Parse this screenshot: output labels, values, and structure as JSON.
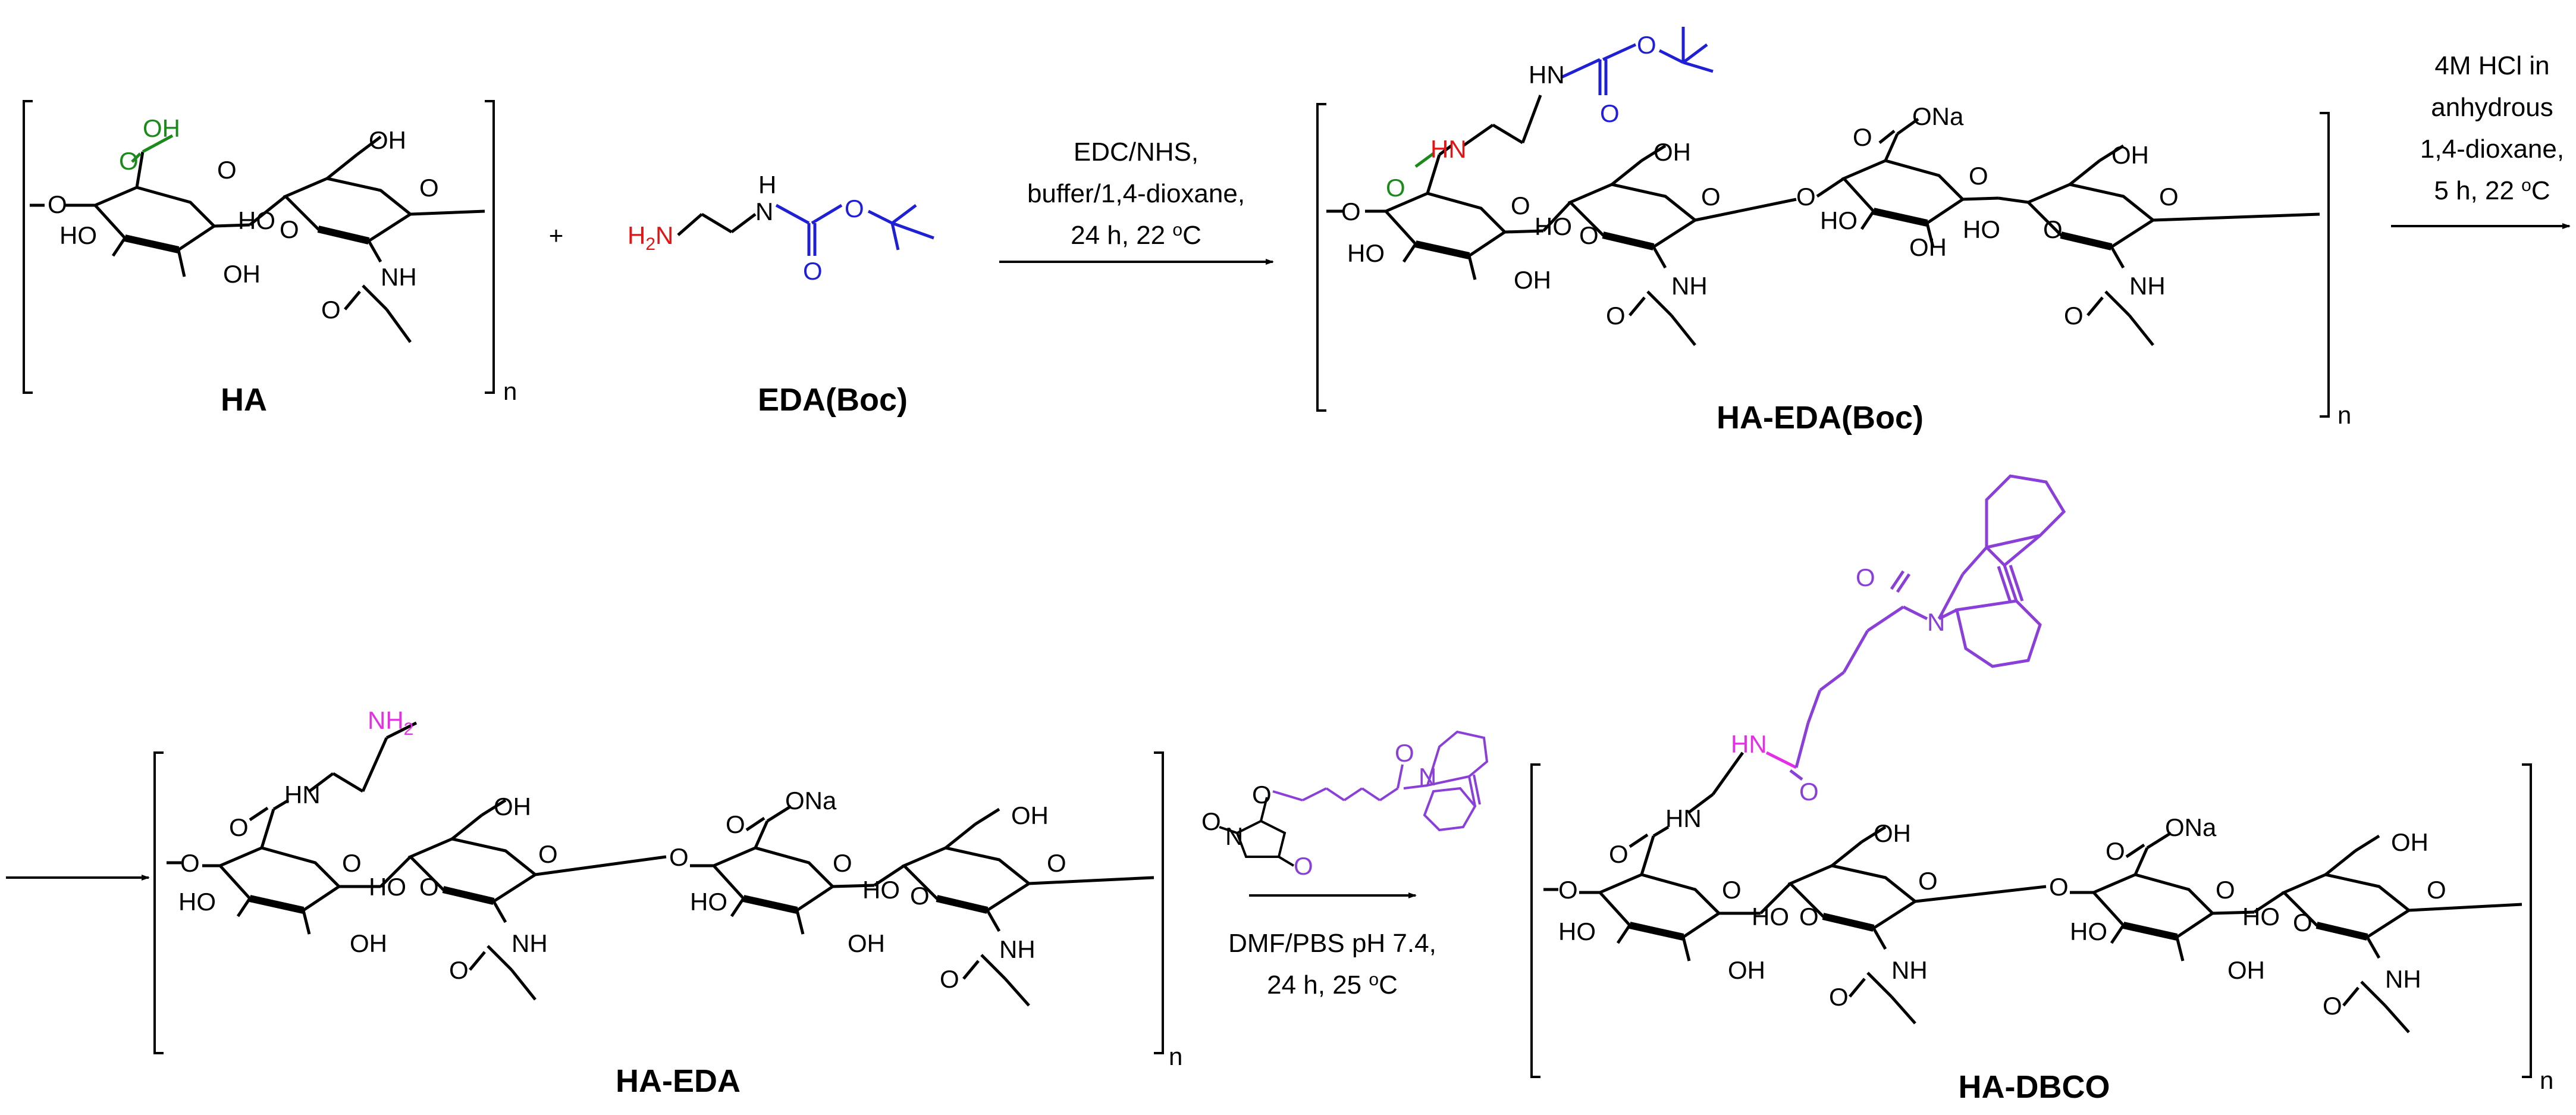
{
  "colors": {
    "black": "#000000",
    "green": "#1a8a1a",
    "blue": "#1f1fd6",
    "red": "#e01515",
    "magenta": "#e62ee6",
    "purple": "#8a3fd9"
  },
  "compounds": {
    "ha": "HA",
    "eda_boc": "EDA(Boc)",
    "ha_eda_boc": "HA-EDA(Boc)",
    "ha_eda": "HA-EDA",
    "ha_dbco": "HA-DBCO"
  },
  "plus": "+",
  "repeat_n": "n",
  "atoms": {
    "o": "O",
    "oh": "OH",
    "ho": "HO",
    "nh": "NH",
    "hn": "HN",
    "h": "H",
    "n": "N",
    "ona": "ONa",
    "h2n_h": "H",
    "h2n_2": "2",
    "h2n_n": "N",
    "nh2_nh": "NH",
    "nh2_2": "2"
  },
  "steps": {
    "step1": {
      "line1": "EDC/NHS,",
      "line2": "buffer/1,4-dioxane,",
      "line3_pre": "24 h, 22 ",
      "line3_sup": "o",
      "line3_post": "C"
    },
    "step2": {
      "line1": "4M HCl in",
      "line2": "anhydrous",
      "line3": "1,4-dioxane,",
      "line4_pre": "5 h, 22 ",
      "line4_sup": "o",
      "line4_post": "C"
    },
    "step3": {
      "line1": "DMF/PBS pH 7.4,",
      "line2_pre": "24 h, 25 ",
      "line2_sup": "o",
      "line2_post": "C"
    }
  }
}
